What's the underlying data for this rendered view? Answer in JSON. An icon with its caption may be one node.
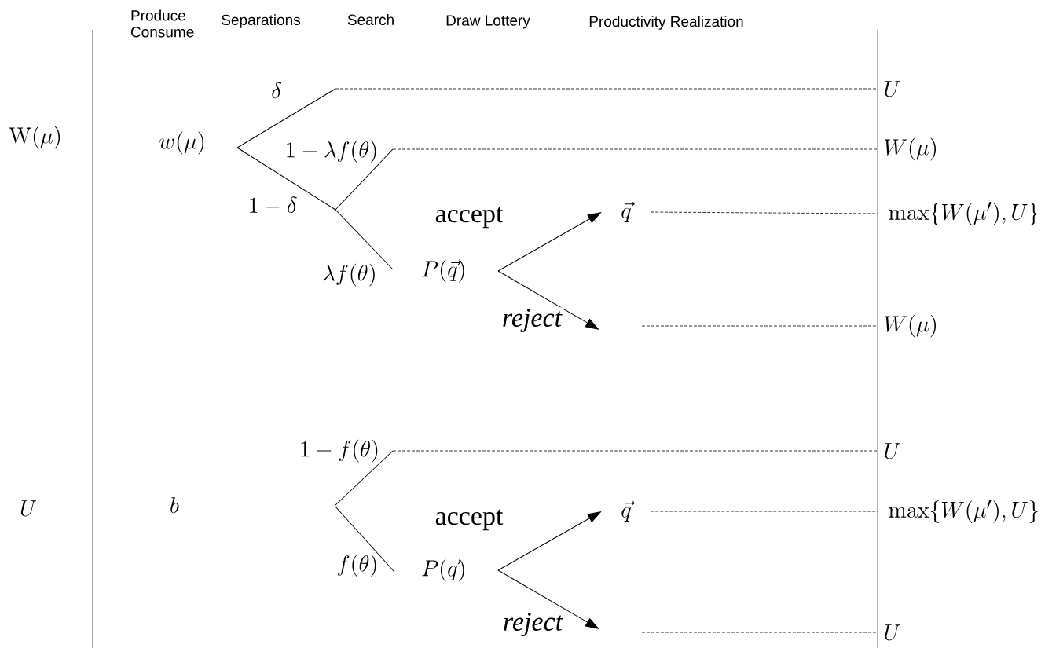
{
  "diagram": {
    "nodes": [
      {
        "text": [
          "U"
        ]
      },
      {
        "text": [
          "W(\\mu)"
        ]
      },
      {
        "text": [
          "\\vec{q}"
        ]
      },
      {
        "text": [
          "\\max\\{W(\\mu'),U\\}"
        ]
      },
      {
        "text": [
          "P(\\vec{q})"
        ]
      },
      {
        "text": [
          "W(\\mu)"
        ]
      },
      {
        "text": [
          "U"
        ]
      },
      {
        "text": [
          "\\vec{q}"
        ]
      },
      {
        "text": [
          "\\max\\{W(\\mu'),U\\}"
        ]
      },
      {
        "text": [
          "P(\\vec{q})"
        ]
      },
      {
        "text": [
          "U"
        ]
      },
      {
        "text": [],
        "shape": "branch"
      },
      {
        "text": [],
        "shape": "branch"
      }
    ],
    "edges": [
      {
        "from": 11,
        "to": 0,
        "arrow": "none",
        "style": "dashed"
      },
      {
        "from": 11,
        "to": 1,
        "arrow": "none",
        "style": "dashed"
      },
      {
        "from": 2,
        "to": 3,
        "arrow": "none",
        "style": "dashed"
      },
      {
        "from": 4,
        "to": 2,
        "arrow": "to",
        "label": "accept"
      },
      {
        "from": 4,
        "to": null,
        "arrow": "to",
        "label": "reject"
      },
      {
        "from": null,
        "to": 5,
        "arrow": "none",
        "style": "dashed"
      },
      {
        "from": 12,
        "to": 6,
        "arrow": "none",
        "style": "dashed"
      },
      {
        "from": 7,
        "to": 8,
        "arrow": "none",
        "style": "dashed"
      },
      {
        "from": 9,
        "to": 7,
        "arrow": "to",
        "label": "accept"
      },
      {
        "from": 9,
        "to": null,
        "arrow": "to",
        "label": "reject"
      },
      {
        "from": null,
        "to": 10,
        "arrow": "none",
        "style": "dashed"
      }
    ],
    "labels": [
      "Produce Consume",
      "Separations",
      "Search",
      "Draw Lottery",
      "Productivity Realization",
      "\\mathrm{W}(\\mu)",
      "w(\\mu)",
      "\\delta",
      "1-\\lambda f(\\theta)",
      "1-\\delta",
      "\\lambda f(\\theta)",
      "U",
      "b",
      "1-f(\\theta)",
      "f(\\theta)"
    ]
  }
}
